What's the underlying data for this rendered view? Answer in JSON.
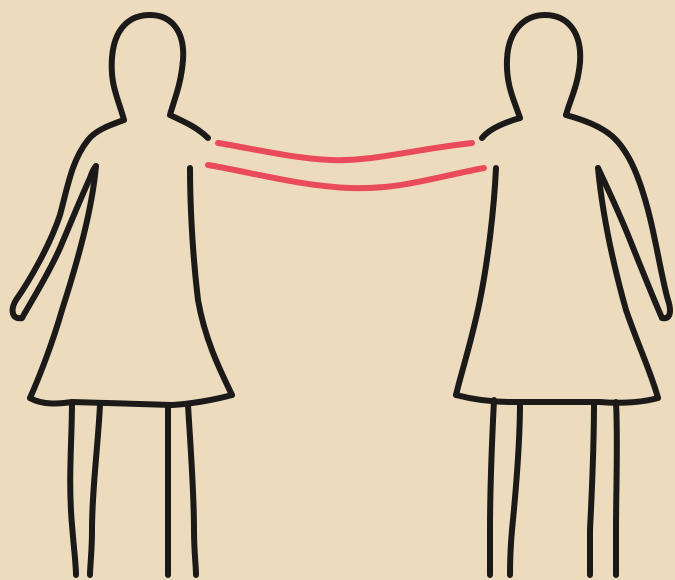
{
  "illustration": {
    "background_color": "#ecdcbd",
    "outline_color": "#1b1a19",
    "connection_color": "#ea4b5a",
    "figures": [
      {
        "name": "left-woman-figure"
      },
      {
        "name": "right-woman-figure"
      }
    ],
    "connection": {
      "name": "shoulder-connection-lines",
      "line_count": 2
    }
  }
}
